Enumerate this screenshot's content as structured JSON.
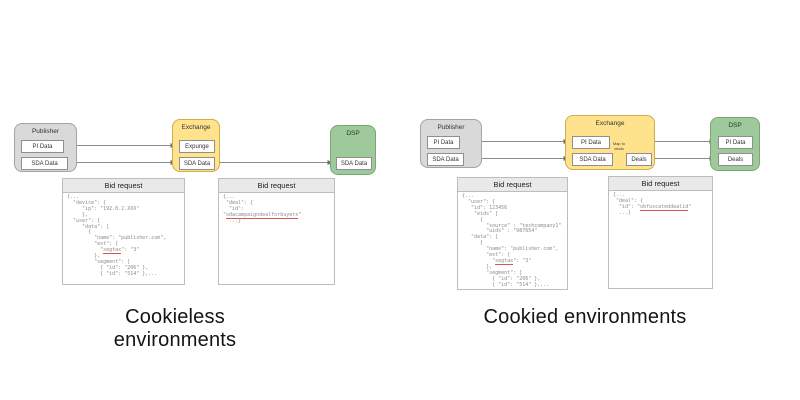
{
  "captions": {
    "left": "Cookieless environments",
    "right": "Cookied environments"
  },
  "colors": {
    "publisher_fill": "#d9d9d9",
    "publisher_stroke": "#a3a3a3",
    "exchange_fill": "#ffe28c",
    "exchange_stroke": "#d2ab4a",
    "dsp_fill": "#9ec99b",
    "dsp_stroke": "#7ba673",
    "chip_stroke": "#8f8f8f",
    "bid_header_fill": "#e9e9e9",
    "bid_stroke": "#bdbdbd",
    "code_text": "#8c8c8c",
    "underline_red": "#d4564e",
    "arrow": "#8a8a8a"
  },
  "left": {
    "publisher": {
      "title": "Publisher",
      "chips": [
        "PI Data",
        "SDA Data"
      ]
    },
    "exchange": {
      "title": "Exchange",
      "chips": [
        "Expunge",
        "SDA Data"
      ]
    },
    "dsp": {
      "title": "DSP",
      "chips": [
        "SDA Data"
      ]
    },
    "bid1": {
      "title": "Bid request",
      "code": [
        "{...",
        "  \"device\": {",
        "     \"ip\": \"192.0.2.XXX\"",
        "     },",
        "  \"user\": {",
        "     \"data\": [",
        "       {",
        "         \"name\": \"publisher.com\",",
        "         \"ext\": {",
        "           \"«segtax»\": \"3\"",
        "         },",
        "         \"segment\": [",
        "           { \"id\": \"206\" },",
        "           { \"id\": \"514\" },..."
      ]
    },
    "bid2": {
      "title": "Bid request",
      "code": [
        "{...",
        " \"deal\": {",
        "  \"id\":",
        "\"«sdacampaigndealforbuyerx»\"",
        "  ...}"
      ]
    }
  },
  "right": {
    "publisher": {
      "title": "Publisher",
      "chips": [
        "PI Data",
        "SDA Data"
      ]
    },
    "exchange": {
      "title": "Exchange",
      "chips": [
        "PI Data",
        "SDA Data",
        "Deals"
      ],
      "map_label": "Map to\ndeals"
    },
    "dsp": {
      "title": "DSP",
      "chips": [
        "PI Data",
        "Deals"
      ]
    },
    "bid1": {
      "title": "Bid request",
      "code": [
        "{...",
        "  \"user\": {",
        "   \"id\": 123456",
        "    \"eids\" [",
        "      {",
        "        \"source\" : \"techcompany1\"",
        "        \"uids\" : \"987654\"",
        "   \"data\": [",
        "      {",
        "        \"name\": \"publisher.com\",",
        "        \"ext\": {",
        "          \"«segtax»\": \"3\"",
        "        },",
        "        \"segment\": [",
        "          { \"id\": \"206\" },",
        "          { \"id\": \"514\" },..."
      ]
    },
    "bid2": {
      "title": "Bid request",
      "code": [
        "{...",
        " \"deal\": {",
        "  \"id\": \"«obfuscateddealid»\"",
        "  ...}"
      ]
    }
  }
}
